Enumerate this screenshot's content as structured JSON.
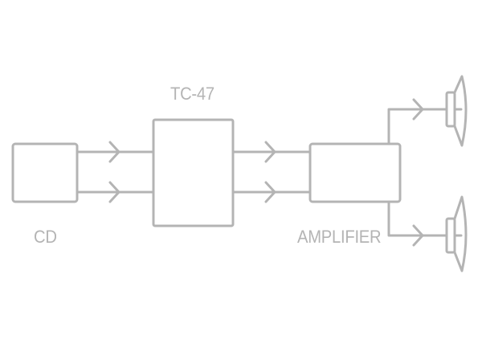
{
  "diagram": {
    "line_color": "#b4b4b4",
    "background": "#ffffff",
    "nodes": {
      "cd": {
        "label": "CD"
      },
      "processor": {
        "label": "TC-47"
      },
      "amplifier": {
        "label": "AMPLIFIER"
      }
    },
    "connections": [
      {
        "from": "cd",
        "to": "processor",
        "lines": 2,
        "arrow": "chevron"
      },
      {
        "from": "processor",
        "to": "amplifier",
        "lines": 2,
        "arrow": "chevron"
      },
      {
        "from": "amplifier",
        "to": "speaker-top",
        "arrow": "chevron"
      },
      {
        "from": "amplifier",
        "to": "speaker-bottom",
        "arrow": "chevron"
      }
    ],
    "icons": {
      "speaker_top": "speaker-icon",
      "speaker_bottom": "speaker-icon"
    }
  }
}
